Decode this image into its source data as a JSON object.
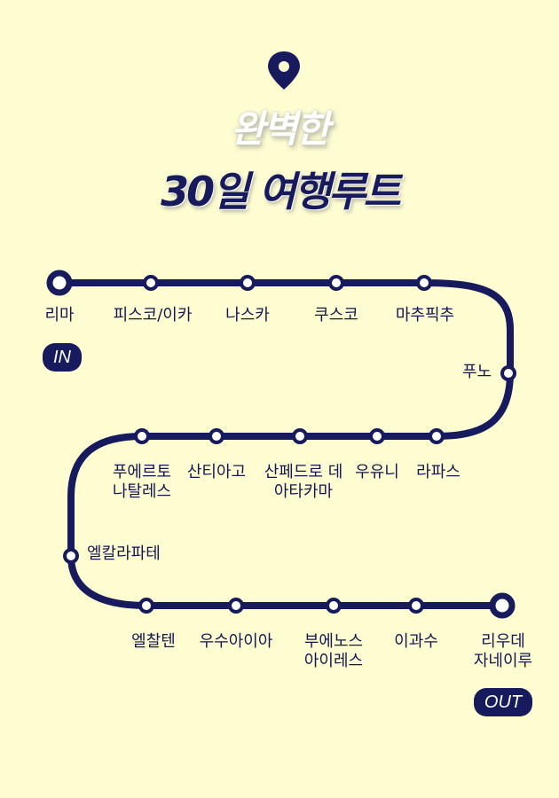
{
  "title": {
    "line1": "완벽한",
    "line2": "30일 여행루트"
  },
  "icons": {
    "pin": "map-pin-icon"
  },
  "colors": {
    "background": "#fefdd2",
    "route": "#171a5c",
    "stop_fill": "#ffffff"
  },
  "stops": [
    {
      "name": "리마"
    },
    {
      "name": "피스코/이카"
    },
    {
      "name": "나스카"
    },
    {
      "name": "쿠스코"
    },
    {
      "name": "마추픽추"
    },
    {
      "name": "푸노"
    },
    {
      "name": "라파스"
    },
    {
      "name": "우유니"
    },
    {
      "name": "산페드로 데\n아타카마"
    },
    {
      "name": "산티아고"
    },
    {
      "name": "푸에르토\n나탈레스"
    },
    {
      "name": "엘칼라파테"
    },
    {
      "name": "엘찰텐"
    },
    {
      "name": "우수아이아"
    },
    {
      "name": "부에노스\n아이레스"
    },
    {
      "name": "이과수"
    },
    {
      "name": "리우데\n자네이루"
    }
  ],
  "badges": {
    "start": "IN",
    "end": "OUT"
  }
}
